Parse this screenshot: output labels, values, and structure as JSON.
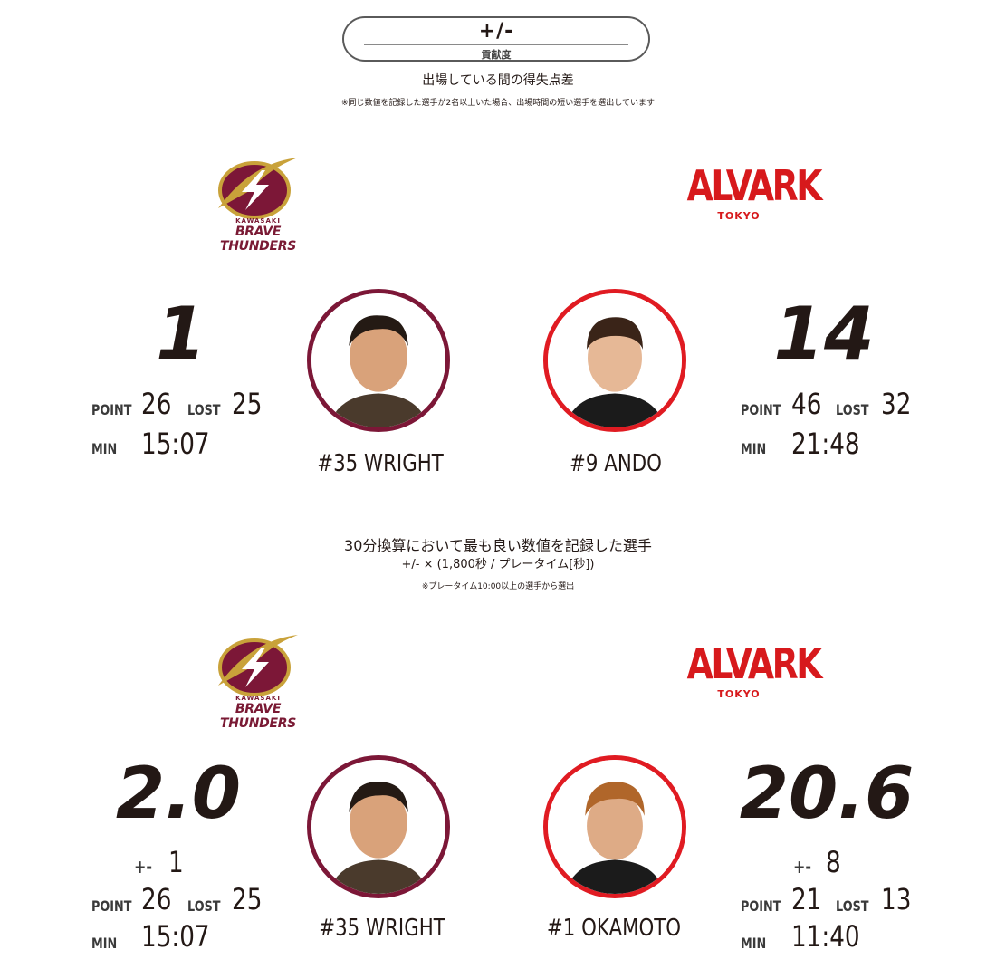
{
  "header": {
    "stat_label": "+/-",
    "stat_sub": "貢献度",
    "description": "出場している間の得失点差",
    "note": "※同じ数値を記録した選手が2名以上いた場合、出場時間の短い選手を選出しています"
  },
  "teams": {
    "kawasaki": {
      "city": "KAWASAKI",
      "name": "BRAVE THUNDERS",
      "color": "#7c1737"
    },
    "alvark": {
      "name": "ALVARK",
      "city": "TOKYO",
      "color": "#e01b22"
    }
  },
  "section1": {
    "home": {
      "big_value": "1",
      "point_label": "POINT",
      "point": "26",
      "lost_label": "LOST",
      "lost": "25",
      "min_label": "MIN",
      "min": "15:07",
      "player": "#35 WRIGHT"
    },
    "away": {
      "big_value": "14",
      "point_label": "POINT",
      "point": "46",
      "lost_label": "LOST",
      "lost": "32",
      "min_label": "MIN",
      "min": "21:48",
      "player": "#9 ANDO"
    }
  },
  "section2": {
    "title": "30分換算において最も良い数値を記録した選手",
    "formula": "+/- × (1,800秒 / プレータイム[秒])",
    "note": "※プレータイム10:00以上の選手から選出",
    "home": {
      "big_value": "2.0",
      "pm_label": "+-",
      "pm": "1",
      "point_label": "POINT",
      "point": "26",
      "lost_label": "LOST",
      "lost": "25",
      "min_label": "MIN",
      "min": "15:07",
      "player": "#35 WRIGHT"
    },
    "away": {
      "big_value": "20.6",
      "pm_label": "+-",
      "pm": "8",
      "point_label": "POINT",
      "point": "21",
      "lost_label": "LOST",
      "lost": "13",
      "min_label": "MIN",
      "min": "11:40",
      "player": "#1 OKAMOTO"
    }
  }
}
